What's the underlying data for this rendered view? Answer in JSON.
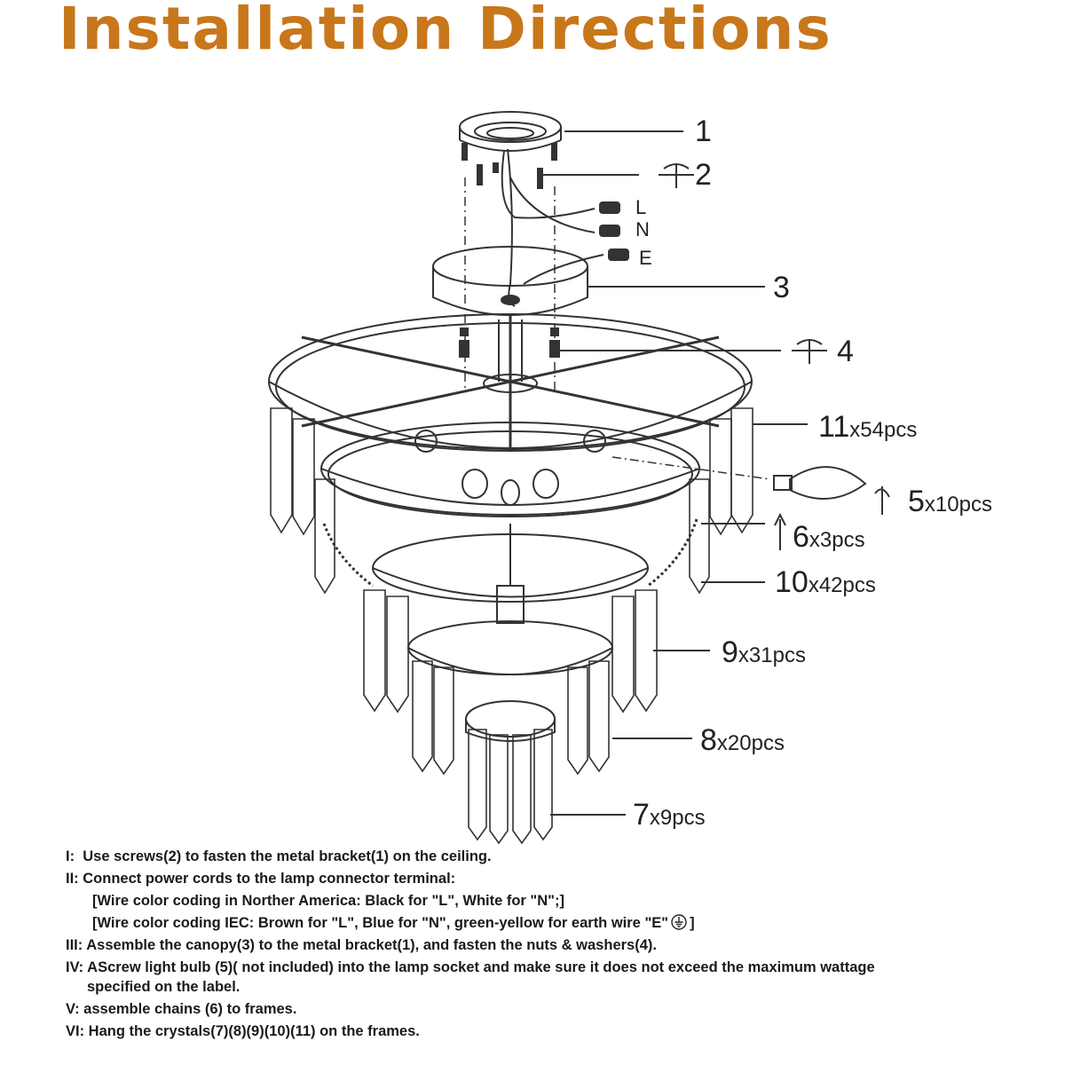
{
  "title": "Installation Directions",
  "wire_labels": [
    "L",
    "N",
    "E"
  ],
  "callouts": [
    {
      "num": "1",
      "qty": ""
    },
    {
      "num": "2",
      "qty": ""
    },
    {
      "num": "3",
      "qty": ""
    },
    {
      "num": "4",
      "qty": ""
    },
    {
      "num": "11",
      "qty": "x54pcs"
    },
    {
      "num": "5",
      "qty": "x10pcs"
    },
    {
      "num": "6",
      "qty": "x3pcs"
    },
    {
      "num": "10",
      "qty": "x42pcs"
    },
    {
      "num": "9",
      "qty": "x31pcs"
    },
    {
      "num": "8",
      "qty": "x20pcs"
    },
    {
      "num": "7",
      "qty": "x9pcs"
    }
  ],
  "instructions": {
    "step1": {
      "num": "I:",
      "text": "  Use screws(2) to fasten the metal bracket(1) on the ceiling."
    },
    "step2": {
      "num": "II:",
      "text": " Connect power cords to the lamp connector terminal:"
    },
    "step2a": "[Wire color coding in Norther America: Black for \"L\", White for \"N\";]",
    "step2b_before": "[Wire color coding IEC: Brown for \"L\", Blue for \"N\", green-yellow for earth wire \"E\"",
    "step2b_after": "]",
    "step3": {
      "num": "III:",
      "text": " Assemble the canopy(3) to the metal bracket(1), and fasten the nuts & washers(4)."
    },
    "step4": {
      "num": "IV:",
      "text": " AScrew light bulb (5)( not included) into the lamp socket and make sure it does not exceed the maximum wattage"
    },
    "step4b": "specified on the label.",
    "step5": {
      "num": "V:",
      "text": " assemble chains (6) to frames."
    },
    "step6": {
      "num": "VI:",
      "text": " Hang the crystals(7)(8)(9)(10)(11) on the frames."
    }
  },
  "icons": [
    "screw-rotate-icon",
    "ground-symbol-icon",
    "up-arrow-icon"
  ],
  "colors": {
    "title": "#c8771a",
    "line": "#333333",
    "text": "#111111"
  }
}
